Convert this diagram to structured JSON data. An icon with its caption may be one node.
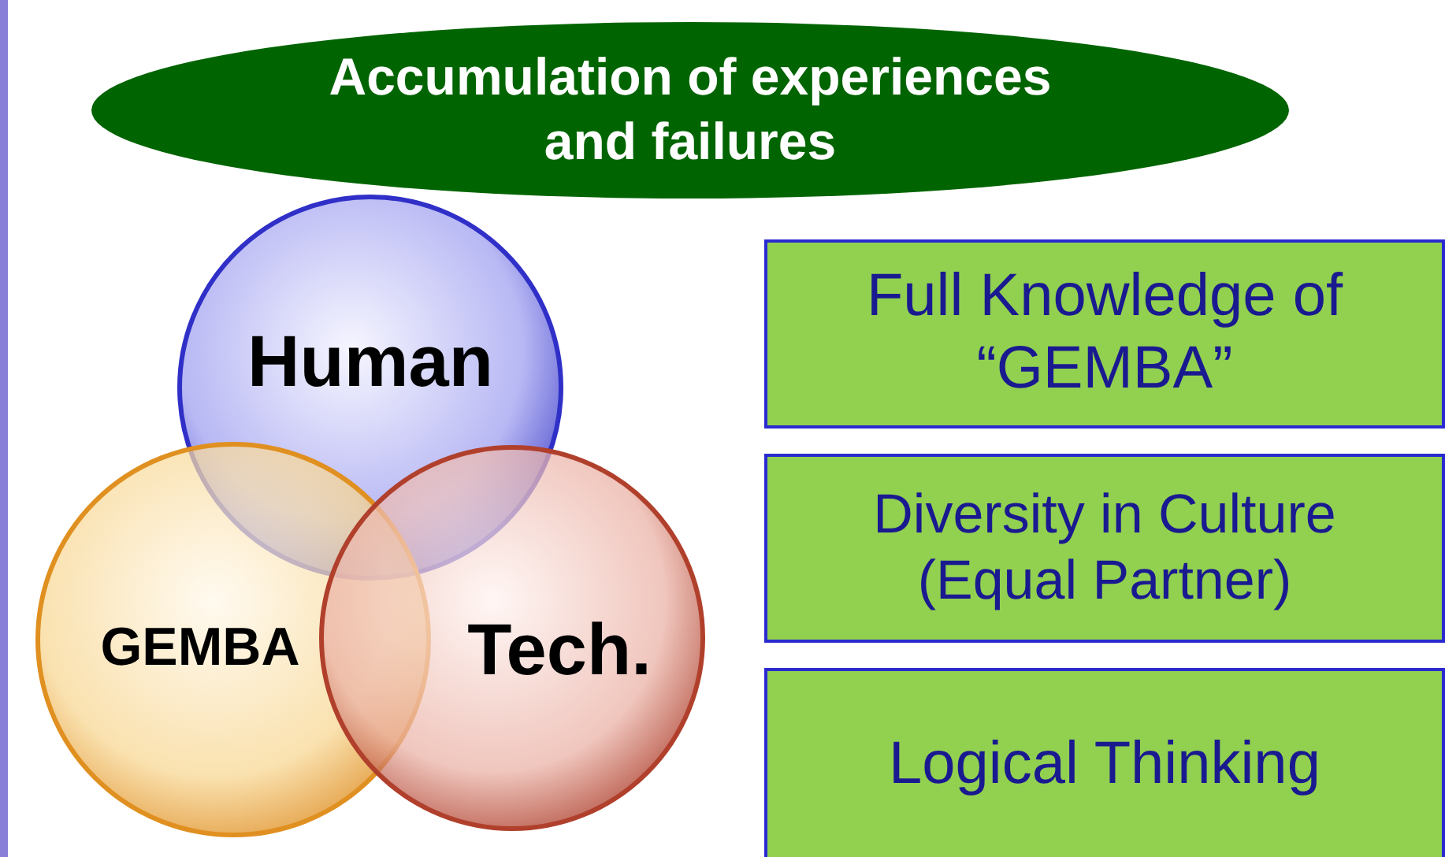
{
  "diagram": {
    "nodes": [
      {
        "text": [
          "Accumulation of experiences and failures"
        ]
      },
      {
        "text": [
          "Human"
        ]
      },
      {
        "text": [
          "GEMBA"
        ]
      },
      {
        "text": [
          "Tech."
        ]
      },
      {
        "text": [
          "Full Knowledge of “GEMBA”"
        ]
      },
      {
        "text": [
          "Diversity in Culture (Equal Partner)"
        ]
      },
      {
        "text": [
          "Logical Thinking"
        ]
      }
    ],
    "edges": []
  }
}
